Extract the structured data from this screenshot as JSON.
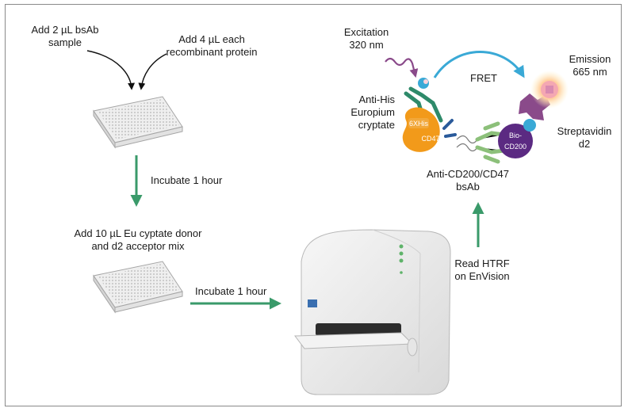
{
  "workflow": {
    "step_add_sample": [
      "Add 2 µL bsAb",
      "sample"
    ],
    "step_add_protein": [
      "Add 4 µL each",
      "recombinant protein"
    ],
    "step_incubate_1": "Incubate 1 hour",
    "step_add_mix": [
      "Add 10 µL Eu cyptate donor",
      "and d2 acceptor mix"
    ],
    "step_incubate_2": "Incubate 1 hour",
    "step_read": [
      "Read HTRF",
      "on EnVision"
    ]
  },
  "assay": {
    "excitation": [
      "Excitation",
      "320 nm"
    ],
    "fret": "FRET",
    "emission": [
      "Emission",
      "665 nm"
    ],
    "anti_his": [
      "Anti-His",
      "Europium",
      "cryptate"
    ],
    "six_his": "6XHis",
    "cd47": "CD47",
    "bio": "Bio-",
    "cd200": "CD200",
    "streptavidin": [
      "Streptavidin",
      "d2"
    ],
    "bsab": [
      "Anti-CD200/CD47",
      "bsAb"
    ]
  },
  "colors": {
    "arrow_green": "#3a9a6a",
    "fret_arrow": "#3aa9d6",
    "antibody_green": "#2e8a6a",
    "bsab_green": "#8cc07a",
    "cd47_orange": "#f29a1a",
    "cd200_purple": "#5b2a82",
    "streptavidin_purple": "#8a4a8a",
    "wave_purple": "#8a4a8a",
    "linker_blue": "#2a5a9a"
  }
}
